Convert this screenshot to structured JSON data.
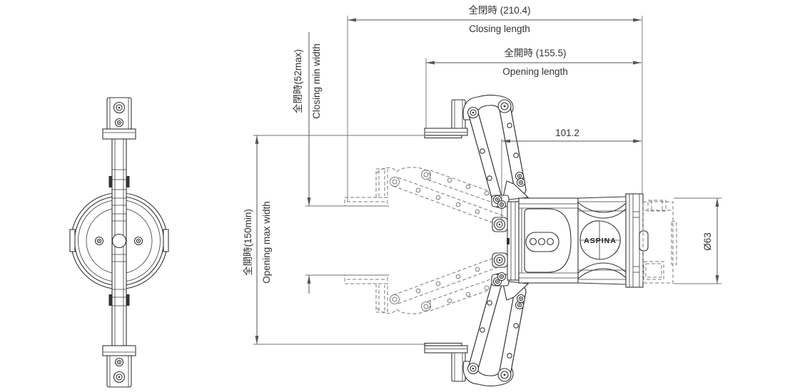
{
  "brand": "ASPINA",
  "dimensions": {
    "closing_length": {
      "jp": "全閉時 (210.4)",
      "en": "Closing length"
    },
    "opening_length": {
      "jp": "全開時 (155.5)",
      "en": "Opening length"
    },
    "closing_min_width": {
      "jp": "全閉時(52max)",
      "en": "Closing min width"
    },
    "opening_max_width": {
      "jp": "全開時(150min)",
      "en": "Opening max width"
    },
    "link_length": {
      "value": "101.2"
    },
    "body_diameter": {
      "value": "Ø63"
    }
  },
  "colors": {
    "line": "#333333",
    "dashed_hidden": "#7a7a7a",
    "dimension": "#555555",
    "background": "#ffffff"
  }
}
